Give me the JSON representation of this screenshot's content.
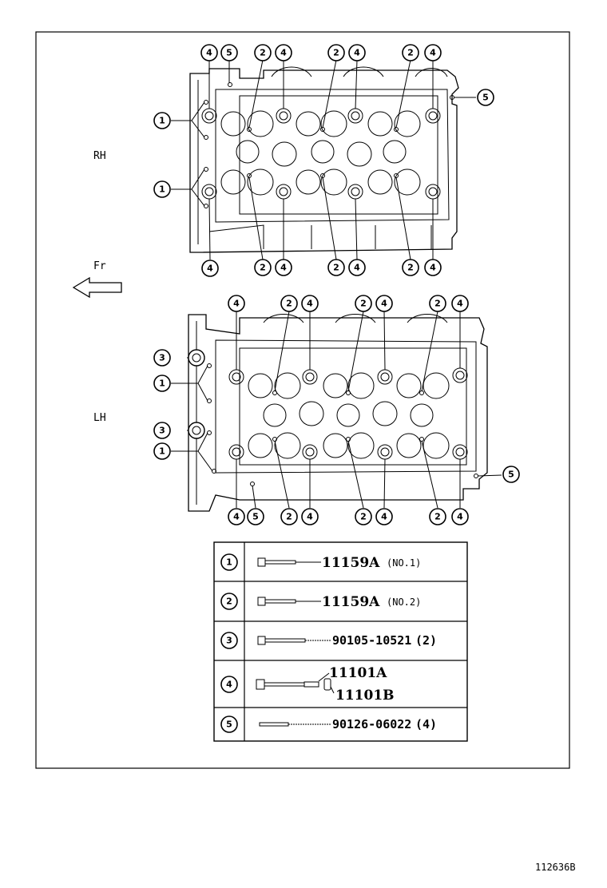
{
  "labels": {
    "rh": "RH",
    "lh": "LH",
    "front": "Fr",
    "diagram_code": "112636B"
  },
  "callouts": {
    "c1": "1",
    "c2": "2",
    "c3": "3",
    "c4": "4",
    "c5": "5"
  },
  "legend": [
    {
      "key": "1",
      "part": "11159A",
      "note": "(NO.1)"
    },
    {
      "key": "2",
      "part": "11159A",
      "note": "(NO.2)"
    },
    {
      "key": "3",
      "part": "90105-10521",
      "note": "(2)"
    },
    {
      "key": "4",
      "part": "11101A",
      "part2": "11101B"
    },
    {
      "key": "5",
      "part": "90126-06022",
      "note": "(4)"
    }
  ]
}
